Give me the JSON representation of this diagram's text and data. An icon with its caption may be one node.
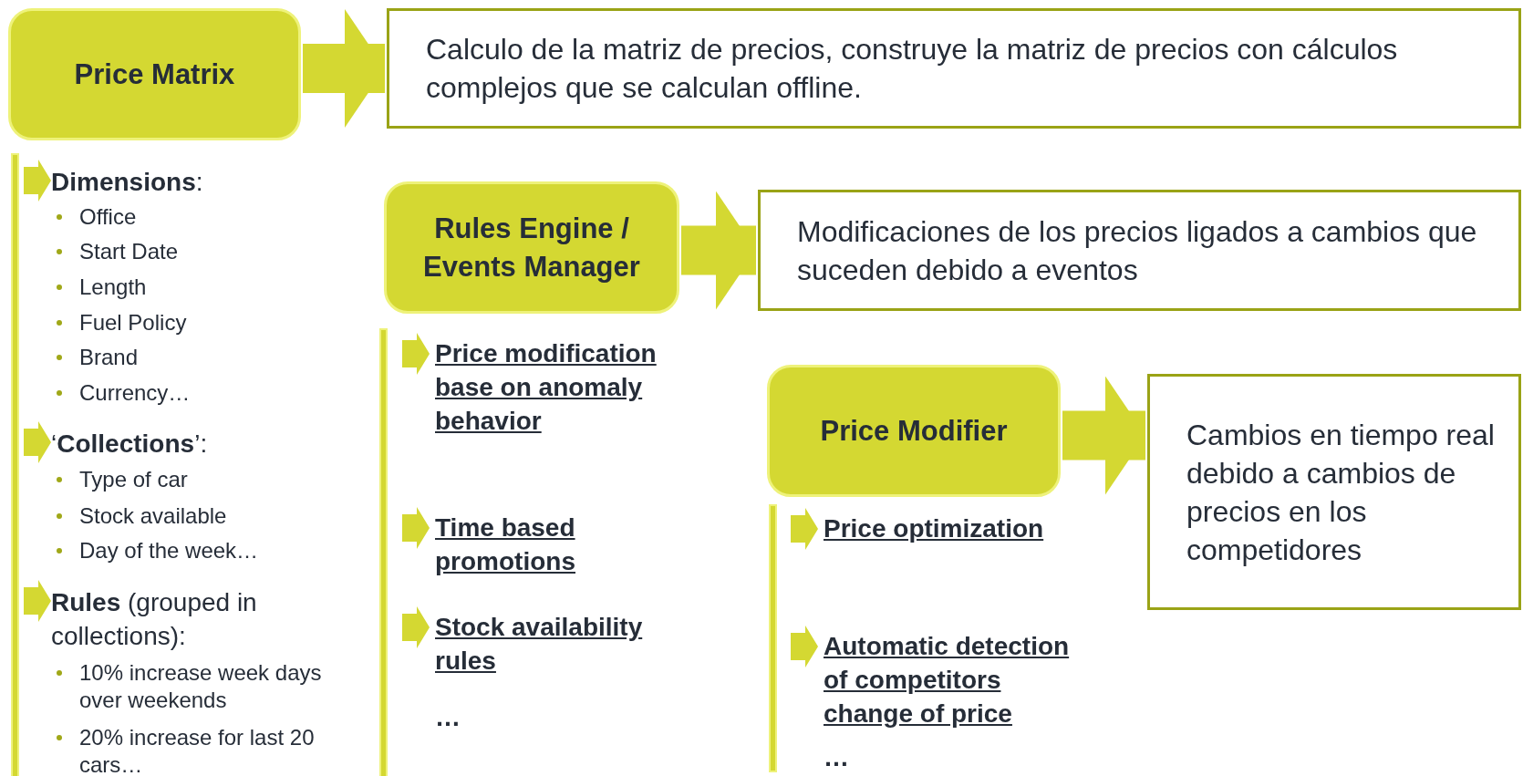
{
  "diagram": {
    "nodes": [
      {
        "text": [
          "Price Matrix"
        ]
      },
      {
        "text": [
          "Calculo de la matriz de precios, construye la matriz de precios con cálculos complejos que se calculan offline."
        ]
      },
      {
        "text": [
          "Rules Engine / Events Manager"
        ]
      },
      {
        "text": [
          "Modificaciones de los precios ligados a cambios que suceden debido a eventos"
        ]
      },
      {
        "text": [
          "Price Modifier"
        ]
      },
      {
        "text": [
          "Cambios en tiempo real debido a cambios de precios en los competidores"
        ]
      }
    ],
    "edges": [
      {
        "from": 0,
        "to": 1,
        "arrow": "to"
      },
      {
        "from": 2,
        "to": 3,
        "arrow": "to"
      },
      {
        "from": 4,
        "to": 5,
        "arrow": "to"
      }
    ],
    "labels": [
      "**Dimensions**:",
      "Office",
      "Start Date",
      "Length",
      "Fuel Policy",
      "Brand",
      "Currency…",
      "‘**Collections**’:",
      "Type of car",
      "Stock available",
      "Day of the week…",
      "**Rules** (grouped in collections):",
      "10% increase week days over weekends",
      "20% increase for last 20 cars…",
      "Price modification base on anomaly behavior",
      "Time based promotions",
      "Stock availability rules",
      "…",
      "Price optimization",
      "Automatic detection of competitors change of price",
      "…"
    ]
  }
}
